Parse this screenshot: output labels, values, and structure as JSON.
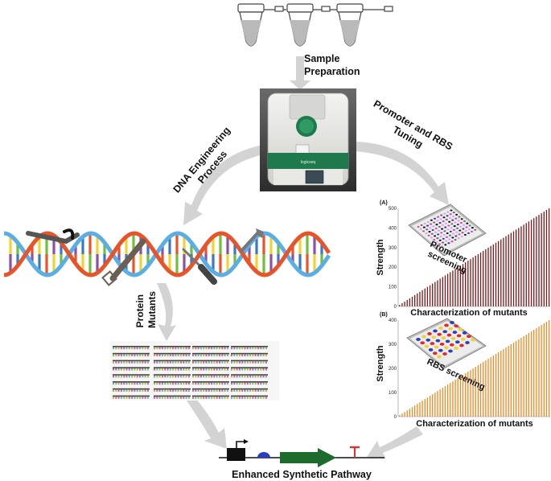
{
  "labels": {
    "sample_prep_line1": "Sample",
    "sample_prep_line2": "Preparation",
    "promoter_rbs_line1": "Promoter and RBS",
    "promoter_rbs_line2": "Tuning",
    "dna_eng_line1": "DNA Engineering",
    "dna_eng_line2": "Process",
    "protein_line1": "Protein",
    "protein_line2": "Mutants",
    "enhanced": "Enhanced Synthetic Pathway"
  },
  "device": {
    "label_text": "logicseq"
  },
  "colors": {
    "arrow": "#d3d3d3",
    "dna_blue": "#5aaee6",
    "dna_red": "#e8542a",
    "bar_a": "#7a1b1b",
    "bar_b": "#f08a24",
    "device_green": "#1e7a4c",
    "pathway_black": "#111111",
    "rbs_blue": "#2a3fbf",
    "gene_green": "#1e6b2e",
    "terminator_red": "#e03030"
  },
  "chart_data": [
    {
      "type": "bar",
      "panel": "(A)",
      "ylabel": "Strength",
      "xlabel": "Characterization of mutants",
      "ylim": [
        0,
        500
      ],
      "yticks": [
        "0",
        "100",
        "200",
        "300",
        "400",
        "500"
      ],
      "inset_label_line1": "Promoter",
      "inset_label_line2": "screening",
      "n_bars": 60,
      "min_value": 8,
      "max_value": 500
    },
    {
      "type": "bar",
      "panel": "(B)",
      "ylabel": "Strength",
      "xlabel": "Characterization of mutants",
      "ylim": [
        0,
        400
      ],
      "yticks": [
        "0",
        "100",
        "200",
        "300",
        "400"
      ],
      "inset_label_line1": "RBS screening",
      "n_bars": 60,
      "min_value": 6,
      "max_value": 400
    }
  ]
}
